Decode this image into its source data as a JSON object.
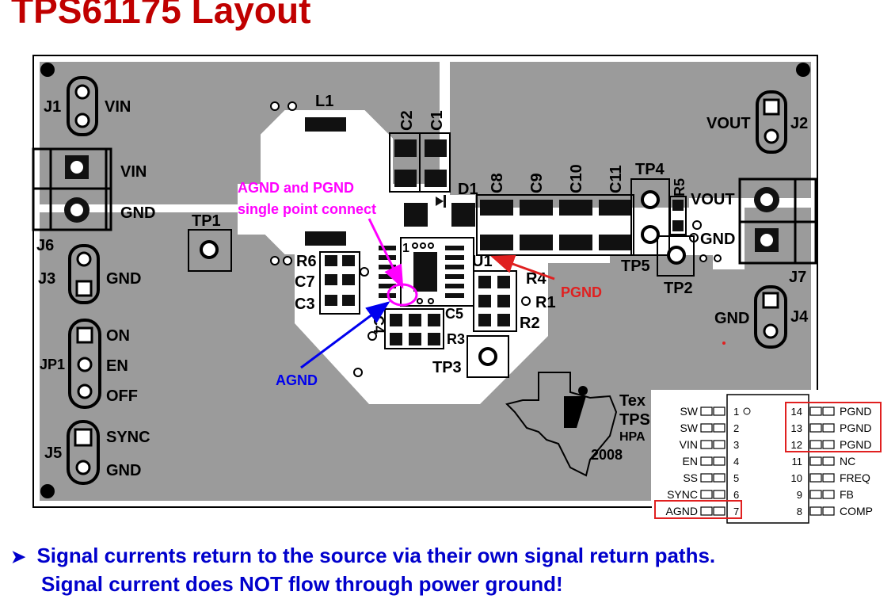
{
  "title": "TPS61175 Layout",
  "board": {
    "connectors": {
      "j1": "J1",
      "j1_vin": "VIN",
      "j6": "J6",
      "j6_vin": "VIN",
      "j6_gnd": "GND",
      "tp1": "TP1",
      "j3": "J3",
      "j3_gnd": "GND",
      "jp1": "JP1",
      "jp1_on": "ON",
      "jp1_en": "EN",
      "jp1_off": "OFF",
      "j5": "J5",
      "j5_sync": "SYNC",
      "j5_gnd": "GND",
      "j2": "J2",
      "j2_vout": "VOUT",
      "j7": "J7",
      "j7_vout": "VOUT",
      "j7_gnd": "GND",
      "j4": "J4",
      "j4_gnd": "GND",
      "tp2": "TP2",
      "tp3": "TP3",
      "tp4": "TP4",
      "tp5": "TP5"
    },
    "components": {
      "l1": "L1",
      "c1": "C1",
      "c2": "C2",
      "d1": "D1",
      "c8": "C8",
      "c9": "C9",
      "c10": "C10",
      "c11": "C11",
      "r5": "R5",
      "r6": "R6",
      "c7": "C7",
      "c3": "C3",
      "c4": "C4",
      "c5": "C5",
      "r3": "R3",
      "r4": "R4",
      "r1": "R1",
      "r2": "R2",
      "u1": "U1",
      "pin1": "1"
    },
    "logo": {
      "tex": "Tex",
      "tps": "TPS",
      "hpa": "HPA",
      "year": "2008"
    },
    "annotations": {
      "agnd_pgnd_line1": "AGND and PGND",
      "agnd_pgnd_line2": "single point connect",
      "pgnd": "PGND",
      "agnd": "AGND"
    },
    "colors": {
      "board": "#9b9b9b",
      "magenta": "#ff00ff",
      "red": "#e02020",
      "blue": "#0000ee"
    }
  },
  "pinout": {
    "left_pins": [
      {
        "num": "1",
        "name": "SW"
      },
      {
        "num": "2",
        "name": "SW"
      },
      {
        "num": "3",
        "name": "VIN"
      },
      {
        "num": "4",
        "name": "EN"
      },
      {
        "num": "5",
        "name": "SS"
      },
      {
        "num": "6",
        "name": "SYNC"
      },
      {
        "num": "7",
        "name": "AGND"
      }
    ],
    "right_pins": [
      {
        "num": "14",
        "name": "PGND"
      },
      {
        "num": "13",
        "name": "PGND"
      },
      {
        "num": "12",
        "name": "PGND"
      },
      {
        "num": "11",
        "name": "NC"
      },
      {
        "num": "10",
        "name": "FREQ"
      },
      {
        "num": "9",
        "name": "FB"
      },
      {
        "num": "8",
        "name": "COMP"
      }
    ]
  },
  "bullets": {
    "line1": "Signal currents return to the source via their own signal return paths.",
    "line2": "Signal current does NOT flow through power ground!"
  }
}
